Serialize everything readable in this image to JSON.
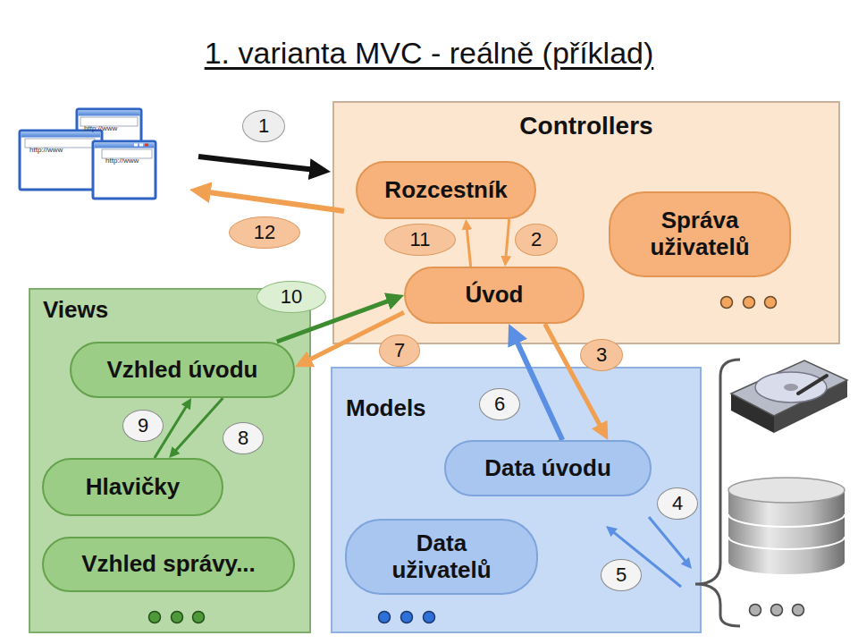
{
  "diagram": {
    "title": "1. varianta MVC - reálně (příklad)",
    "nodes": [
      {
        "text": [
          "Controllers"
        ]
      },
      {
        "text": [
          "Rozcestník"
        ],
        "in": 0
      },
      {
        "text": [
          "Správa uživatelů"
        ],
        "in": 0
      },
      {
        "text": [
          "Úvod"
        ],
        "in": 0
      },
      {
        "text": [
          "Views"
        ]
      },
      {
        "text": [
          "Vzhled úvodu"
        ],
        "in": 4
      },
      {
        "text": [
          "Hlavičky"
        ],
        "in": 4
      },
      {
        "text": [
          "Vzhled správy..."
        ],
        "in": 4
      },
      {
        "text": [
          "Models"
        ]
      },
      {
        "text": [
          "Data úvodu"
        ],
        "in": 8
      },
      {
        "text": [
          "Data uživatelů"
        ],
        "in": 8
      }
    ],
    "edges": [
      {
        "from": 1,
        "to": 3,
        "arrow": "to"
      },
      {
        "from": 3,
        "to": 1,
        "arrow": "to"
      },
      {
        "from": 3,
        "to": 9,
        "arrow": "to"
      },
      {
        "from": 9,
        "to": 3,
        "arrow": "to"
      },
      {
        "from": 3,
        "to": 5,
        "arrow": "to"
      },
      {
        "from": 5,
        "to": 3,
        "arrow": "to"
      },
      {
        "from": 5,
        "to": 6,
        "arrow": "to"
      },
      {
        "from": 6,
        "to": 5,
        "arrow": "to"
      }
    ],
    "labels": [
      "http://www",
      "http://www",
      "http://www",
      "1",
      "12",
      "2",
      "11",
      "10",
      "7",
      "3",
      "6",
      "9",
      "8",
      "4",
      "5"
    ]
  }
}
